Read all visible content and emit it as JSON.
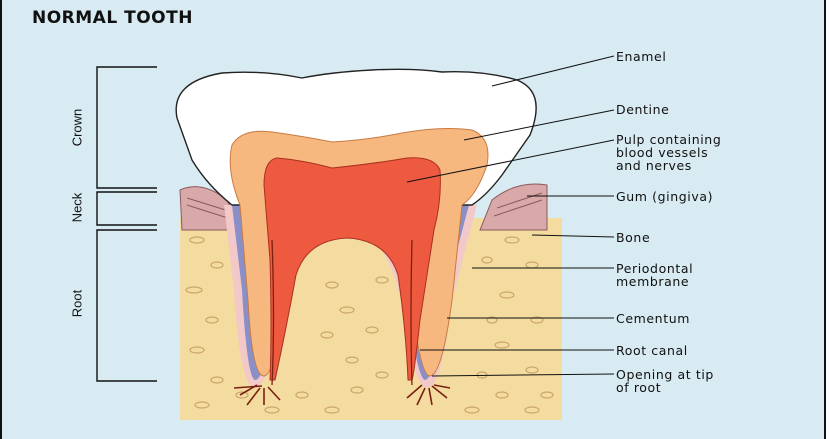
{
  "title": "NORMAL TOOTH",
  "regions": {
    "crown": "Crown",
    "neck": "Neck",
    "root": "Root"
  },
  "labels": {
    "enamel": "Enamel",
    "dentine": "Dentine",
    "pulp": "Pulp containing\nblood vessels\nand nerves",
    "gum": "Gum (gingiva)",
    "bone": "Bone",
    "periodontal": "Periodontal\nmembrane",
    "cementum": "Cementum",
    "root_canal": "Root canal",
    "opening": "Opening at tip\nof root"
  },
  "colors": {
    "background": "#d8eaf2",
    "bone": "#f4dca0",
    "enamel": "#ffffff",
    "dentine": "#f7b880",
    "pulp": "#ee5a40",
    "cementum": "#8a8fc8",
    "periodontal": "#f2c8c8",
    "gum": "#d9a8a8"
  }
}
